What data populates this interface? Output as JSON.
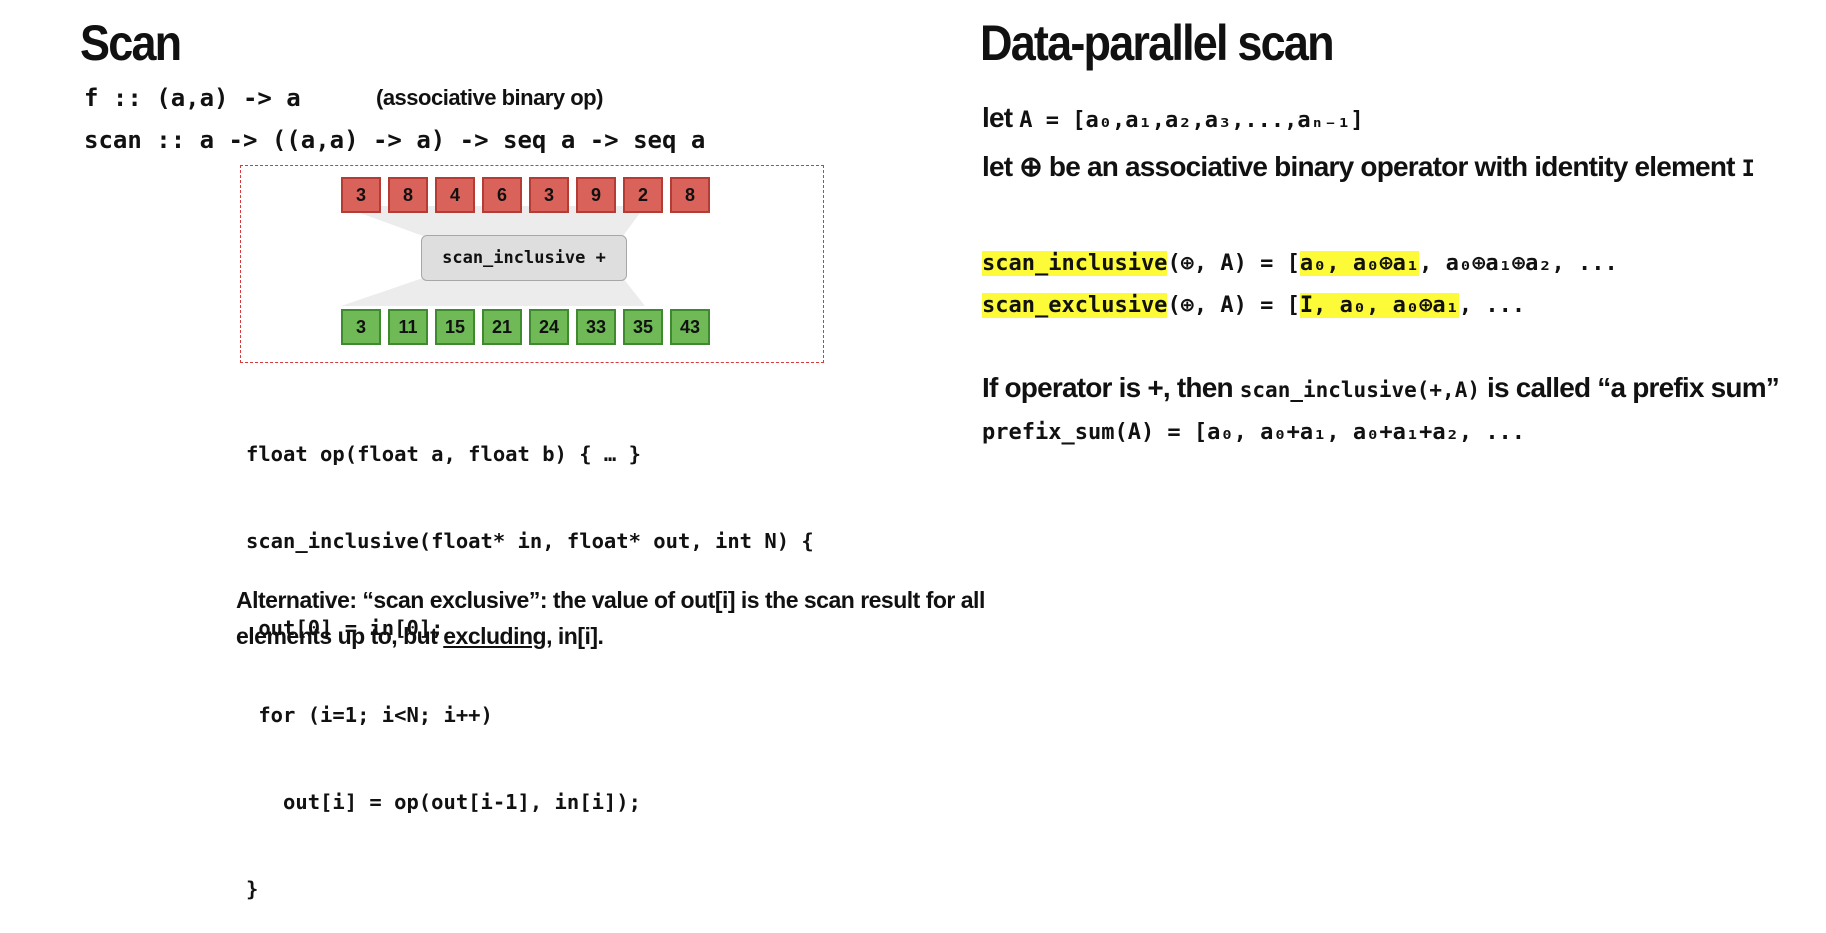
{
  "left": {
    "title": "Scan",
    "sig1_code": "f :: (a,a) -> a",
    "sig1_note": "(associative binary op)",
    "sig2": "scan :: a -> ((a,a) -> a) -> seq a -> seq a",
    "input_values": [
      "3",
      "8",
      "4",
      "6",
      "3",
      "9",
      "2",
      "8"
    ],
    "operation_label": "scan_inclusive +",
    "output_values": [
      "3",
      "11",
      "15",
      "21",
      "24",
      "33",
      "35",
      "43"
    ],
    "code_lines": [
      "float op(float a, float b) { … }",
      "scan_inclusive(float* in, float* out, int N) {",
      " out[0] = in[0];",
      " for (i=1; i<N; i++)",
      "   out[i] = op(out[i-1], in[i]);",
      "}"
    ],
    "alt_line1": "Alternative: “scan exclusive”:  the value of out[i] is the scan result for all",
    "alt_line2_a": "elements up to, but ",
    "alt_line2_underlined": "excluding",
    "alt_line2_b": ", in[i]."
  },
  "right": {
    "title": "Data-parallel scan",
    "let1_word": "let ",
    "let1_code": "A = [a₀,a₁,a₂,a₃,...,aₙ₋₁]",
    "let2_text": "let ⊕ be an associative binary operator with identity element ",
    "let2_code": "I",
    "incl_name": "scan_inclusive",
    "incl_args": "(⊕, A) = [",
    "incl_hl": "a₀, a₀⊕a₁",
    "incl_rest": ", a₀⊕a₁⊕a₂, ...",
    "excl_name": "scan_exclusive",
    "excl_args": "(⊕, A) = [",
    "excl_hl": "I, a₀, a₀⊕a₁",
    "excl_rest": ", ...",
    "prefix_a": "If operator is +, then ",
    "prefix_code": "scan_inclusive(+,A)",
    "prefix_b": " is called “a prefix sum”",
    "prefix_def": "prefix_sum(A) = [a₀, a₀+a₁, a₀+a₁+a₂, ..."
  },
  "colors": {
    "input_cell": "#d9625a",
    "output_cell": "#6fba57",
    "highlight": "#fdfa38",
    "dashed_border": "#d63a3a"
  }
}
